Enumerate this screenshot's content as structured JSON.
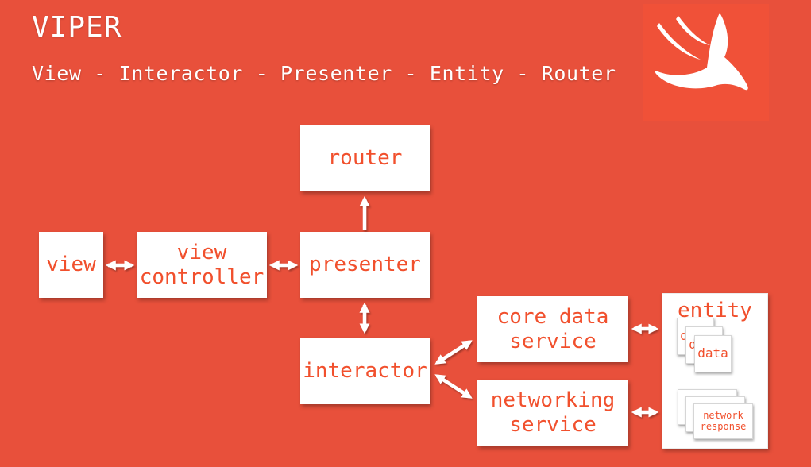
{
  "header": {
    "title": "VIPER",
    "subtitle": "View - Interactor - Presenter - Entity - Router"
  },
  "logo": {
    "name": "swift-logo"
  },
  "colors": {
    "background": "#E8503B",
    "logo_tile": "#F05138",
    "box_background": "#FFFFFF",
    "box_text": "#F1502D",
    "heading_text": "#FFFFFF",
    "arrow": "#FFFFFF"
  },
  "diagram": {
    "boxes": {
      "router": {
        "label": "router"
      },
      "view": {
        "label": "view"
      },
      "view_controller": {
        "label": "view\ncontroller"
      },
      "presenter": {
        "label": "presenter"
      },
      "interactor": {
        "label": "interactor"
      },
      "core_data_service": {
        "label": "core data\nservice"
      },
      "networking_service": {
        "label": "networking\nservice"
      },
      "entity": {
        "label": "entity"
      }
    },
    "entity_cards": {
      "data": {
        "label": "data",
        "count": 3
      },
      "network_response": {
        "label": "network\nresponse",
        "count": 3
      }
    },
    "connections": [
      {
        "from": "view",
        "to": "view_controller",
        "bidirectional": true
      },
      {
        "from": "view_controller",
        "to": "presenter",
        "bidirectional": true
      },
      {
        "from": "presenter",
        "to": "router",
        "bidirectional": false
      },
      {
        "from": "presenter",
        "to": "interactor",
        "bidirectional": true
      },
      {
        "from": "interactor",
        "to": "core_data_service",
        "bidirectional": true
      },
      {
        "from": "interactor",
        "to": "networking_service",
        "bidirectional": true
      },
      {
        "from": "core_data_service",
        "to": "entity",
        "bidirectional": true
      },
      {
        "from": "networking_service",
        "to": "entity",
        "bidirectional": true
      }
    ]
  }
}
